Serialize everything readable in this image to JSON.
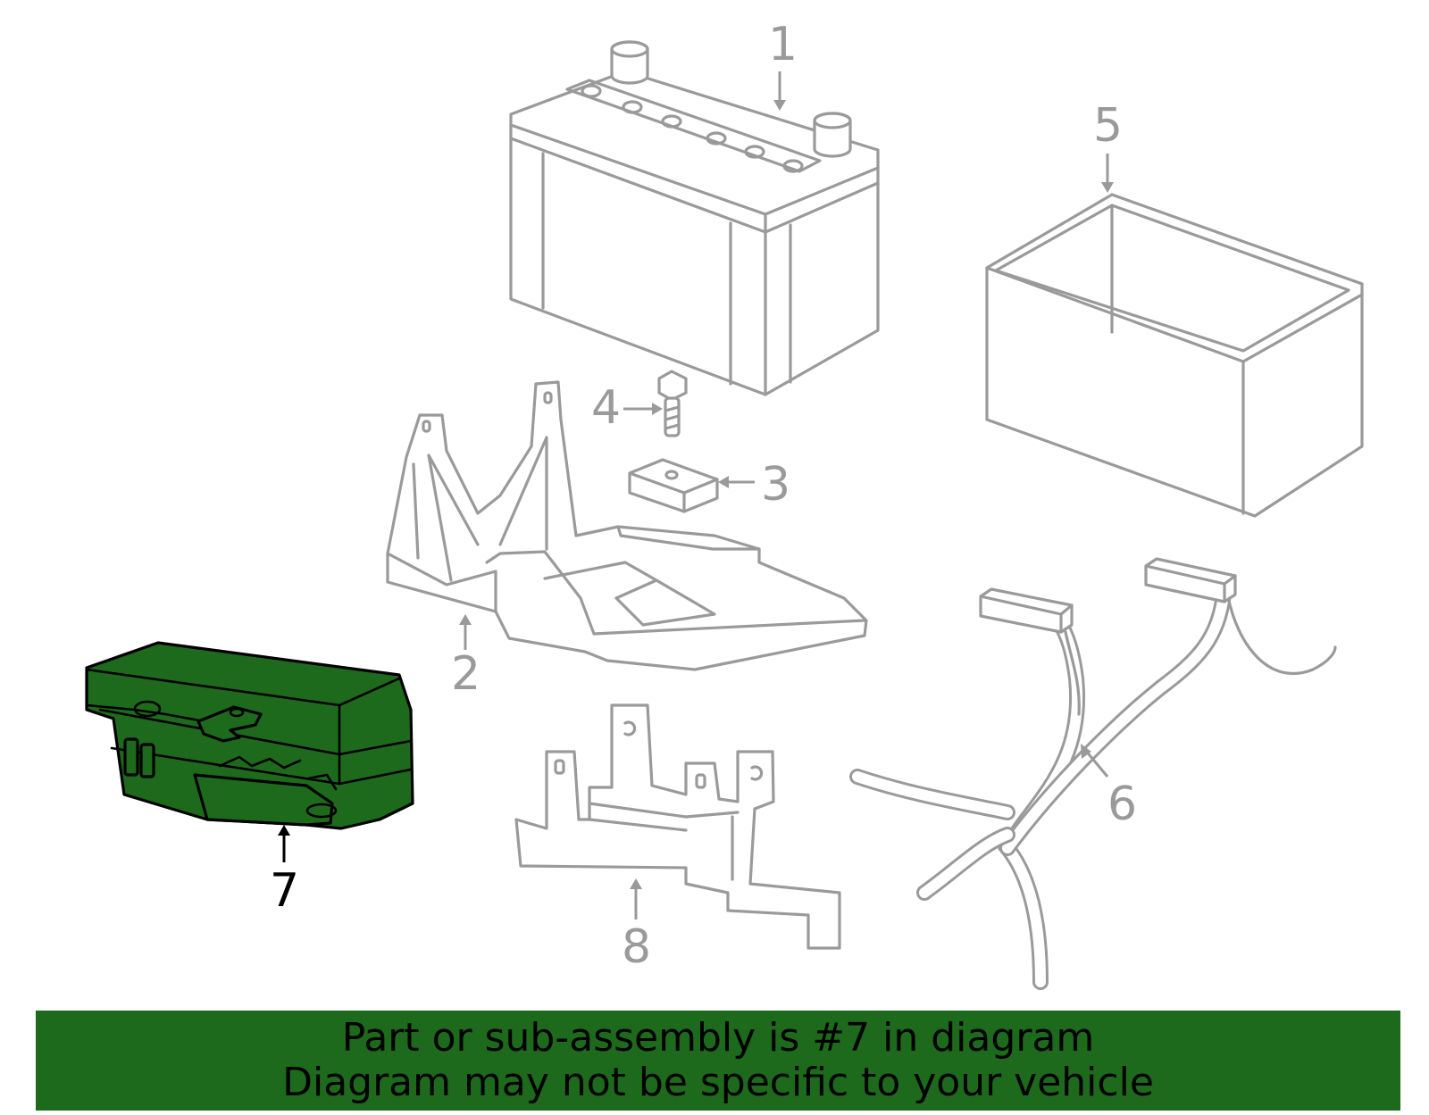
{
  "callouts": [
    "1",
    "2",
    "3",
    "4",
    "5",
    "6",
    "7",
    "8"
  ],
  "highlighted_part": "7",
  "banner": {
    "line1": "Part or sub-assembly is #7 in diagram",
    "line2": "Diagram may not be specific to your vehicle"
  },
  "colors": {
    "highlight": "#1e6a1c",
    "parts": "#9a9a9a",
    "outline": "#000000"
  }
}
